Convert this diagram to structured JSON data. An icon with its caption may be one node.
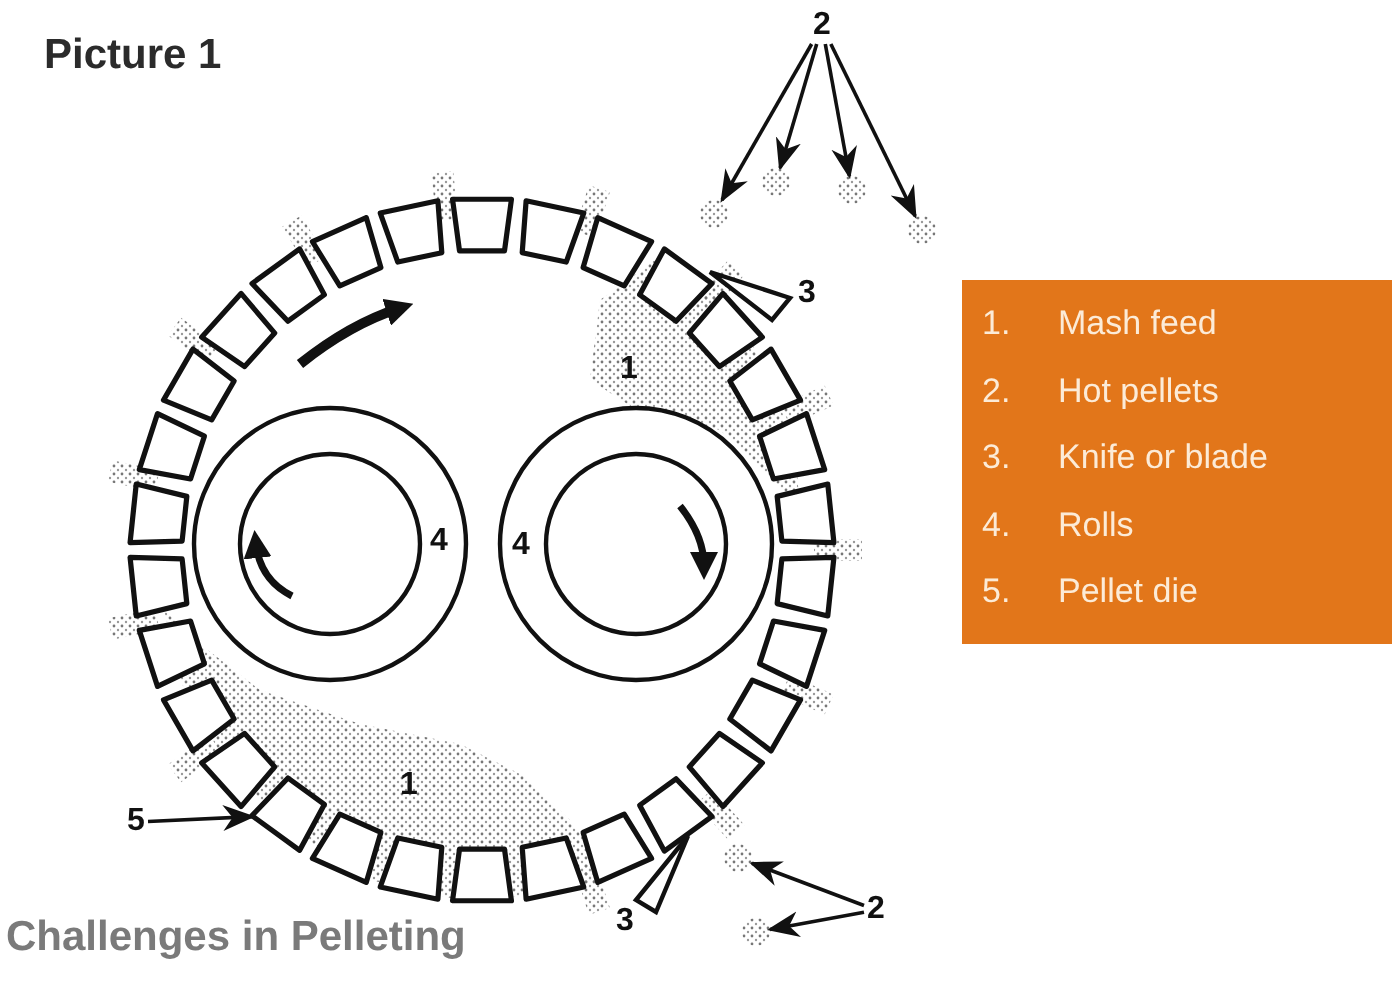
{
  "diagram": {
    "title": "Picture 1",
    "caption": "Challenges in Pelleting",
    "nodes": [
      {
        "text": [
          "2"
        ]
      },
      {
        "text": [],
        "shape": "cloud"
      },
      {
        "text": [],
        "shape": "cloud"
      },
      {
        "text": [],
        "shape": "cloud"
      },
      {
        "text": [],
        "shape": "cloud"
      },
      {
        "text": [
          "5"
        ]
      },
      {
        "text": [],
        "shape": "box"
      },
      {
        "text": [
          "2"
        ]
      },
      {
        "text": [],
        "shape": "cloud"
      },
      {
        "text": [],
        "shape": "cloud"
      },
      {
        "text": [
          "1.",
          "Mash feed",
          "2.",
          "Hot pellets",
          "3.",
          "Knife or blade",
          "4.",
          "Rolls",
          "5.",
          "Pellet die"
        ]
      }
    ],
    "edges": [
      {
        "from": 0,
        "to": 1,
        "arrow": "to"
      },
      {
        "from": 0,
        "to": 2,
        "arrow": "to"
      },
      {
        "from": 0,
        "to": 3,
        "arrow": "to"
      },
      {
        "from": 0,
        "to": 4,
        "arrow": "to"
      },
      {
        "from": 5,
        "to": 6,
        "arrow": "to"
      },
      {
        "from": 7,
        "to": 8,
        "arrow": "to"
      },
      {
        "from": 7,
        "to": 9,
        "arrow": "to"
      }
    ],
    "labels": [
      "3",
      "1",
      "4",
      "4",
      "1",
      "3"
    ]
  }
}
